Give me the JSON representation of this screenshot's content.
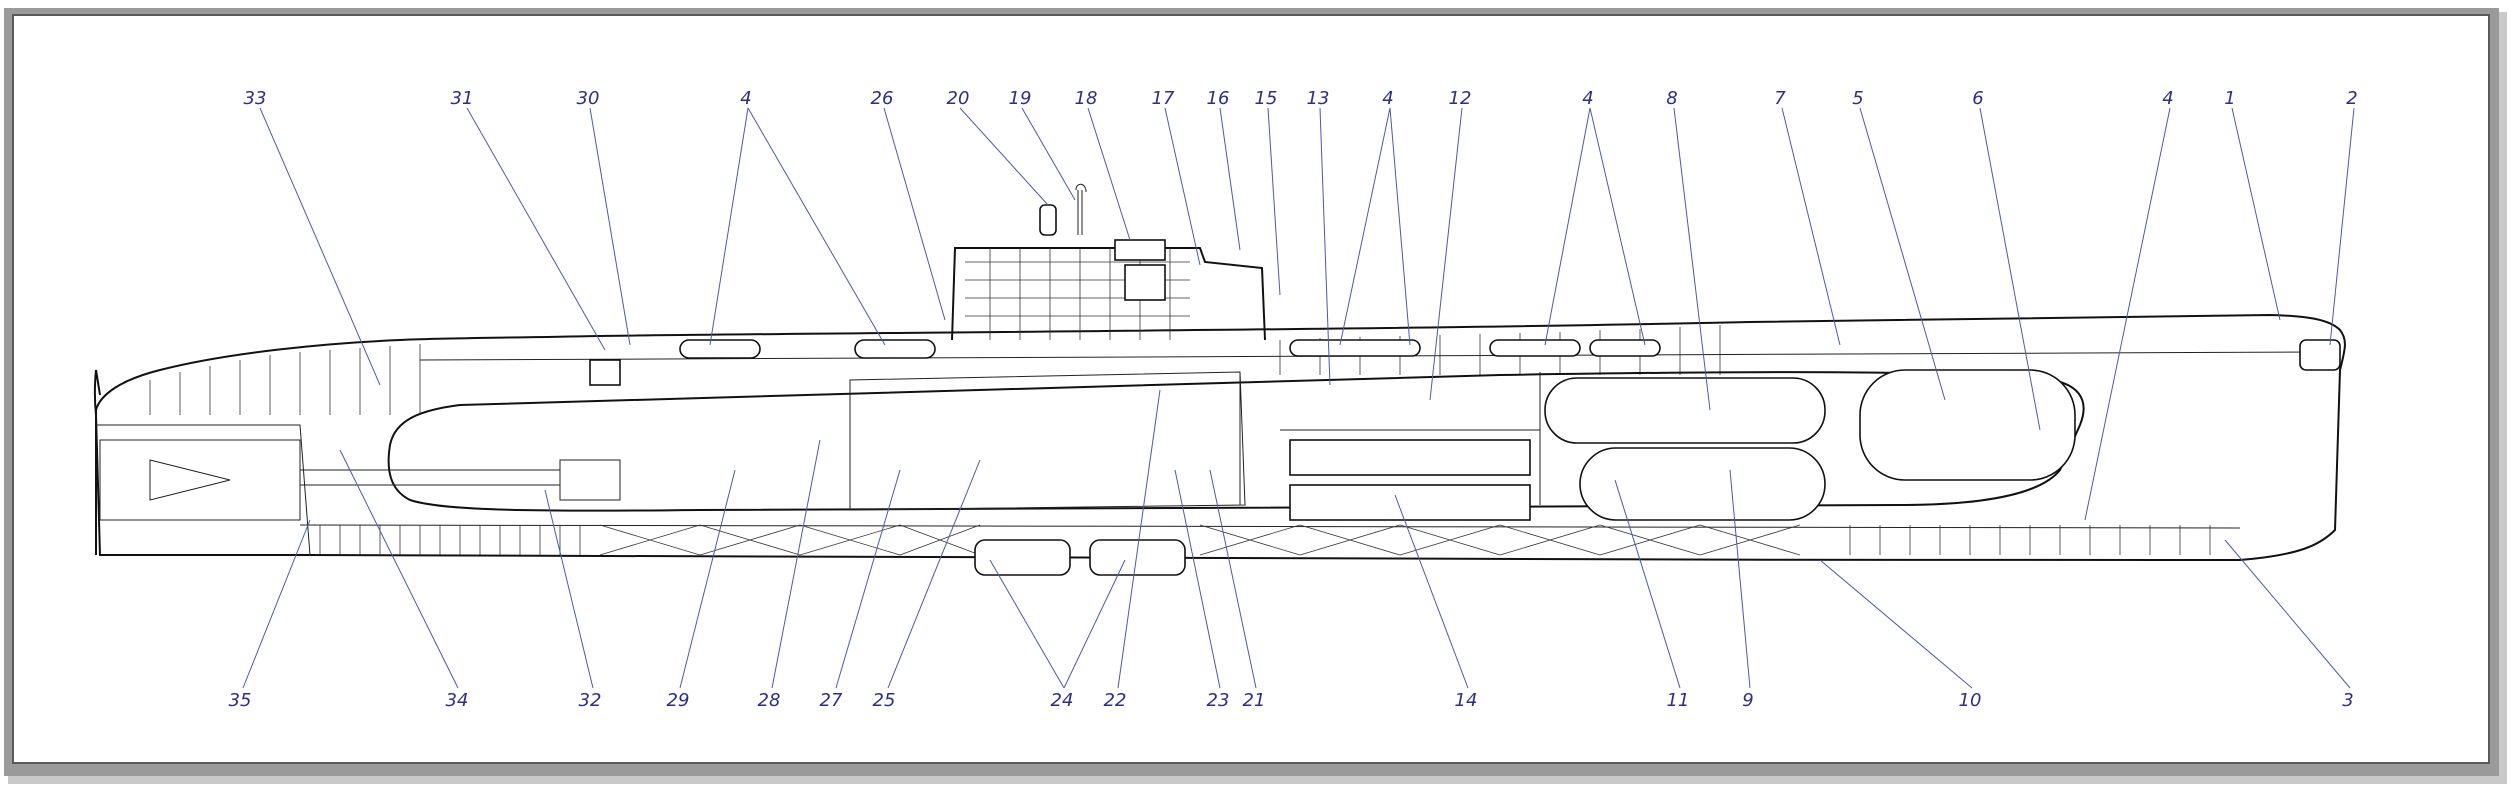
{
  "callouts_top": [
    "33",
    "31",
    "30",
    "4",
    "26",
    "20",
    "19",
    "18",
    "17",
    "16",
    "15",
    "13",
    "4",
    "12",
    "4",
    "8",
    "7",
    "5",
    "6",
    "4",
    "1",
    "2"
  ],
  "callouts_bottom": [
    "35",
    "34",
    "32",
    "29",
    "28",
    "27",
    "25",
    "24",
    "22",
    "23",
    "21",
    "14",
    "11",
    "9",
    "10",
    "3"
  ],
  "colors": {
    "label": "#2d2d8a",
    "leader": "#4a5aa8",
    "line": "#111111",
    "frame": "#9a9a9a"
  }
}
